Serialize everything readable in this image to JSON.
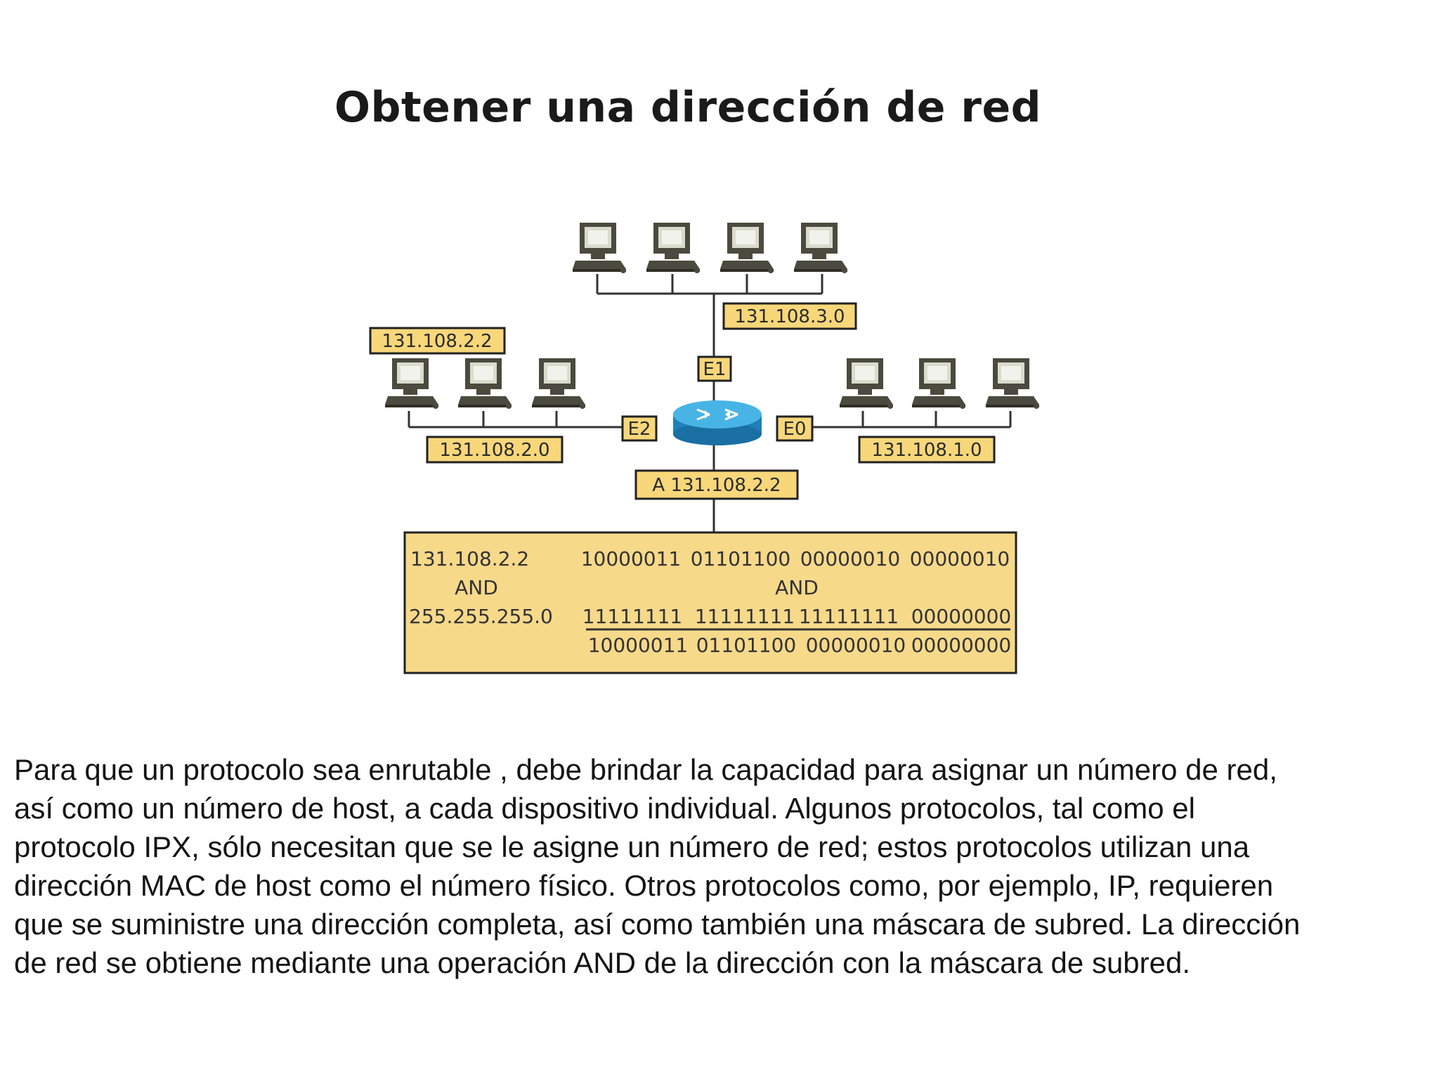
{
  "title": "Obtener una dirección de red",
  "colors": {
    "label_fill": "#f7d77a",
    "table_fill": "#f7d98a",
    "computer": "#4a4a3e",
    "router": "#2f9fd6",
    "wire": "#333333"
  },
  "diagram": {
    "networks": {
      "top": "131.108.3.0",
      "left": "131.108.2.0",
      "right": "131.108.1.0"
    },
    "host_label": "131.108.2.2",
    "interfaces": {
      "e1": "E1",
      "e2": "E2",
      "e0": "E0"
    },
    "router_address_label": "A 131.108.2.2",
    "icons": {
      "computer": "computer-icon",
      "router": "router-icon"
    },
    "table": {
      "decimal_address": "131.108.2.2",
      "decimal_and": "AND",
      "decimal_mask": "255.255.255.0",
      "binary_address": [
        "10000011",
        "01101100",
        "00000010",
        "00000010"
      ],
      "binary_and": "AND",
      "binary_mask": [
        "11111111",
        "11111111",
        "11111111",
        "00000000"
      ],
      "binary_result": [
        "10000011",
        "01101100",
        "00000010",
        "00000000"
      ]
    }
  },
  "paragraph_lines": [
    "Para que un protocolo sea enrutable , debe brindar la capacidad para asignar un número de red,",
    "así como un número de host, a cada dispositivo individual. Algunos protocolos, tal como el",
    "protocolo IPX, sólo necesitan que se le asigne un número de red; estos protocolos utilizan una",
    "dirección MAC de host como el número físico. Otros protocolos como, por ejemplo, IP, requieren",
    "que se suministre una dirección completa, así como también una máscara de subred. La dirección",
    "de red se obtiene mediante una operación AND de la dirección con la máscara de subred."
  ]
}
